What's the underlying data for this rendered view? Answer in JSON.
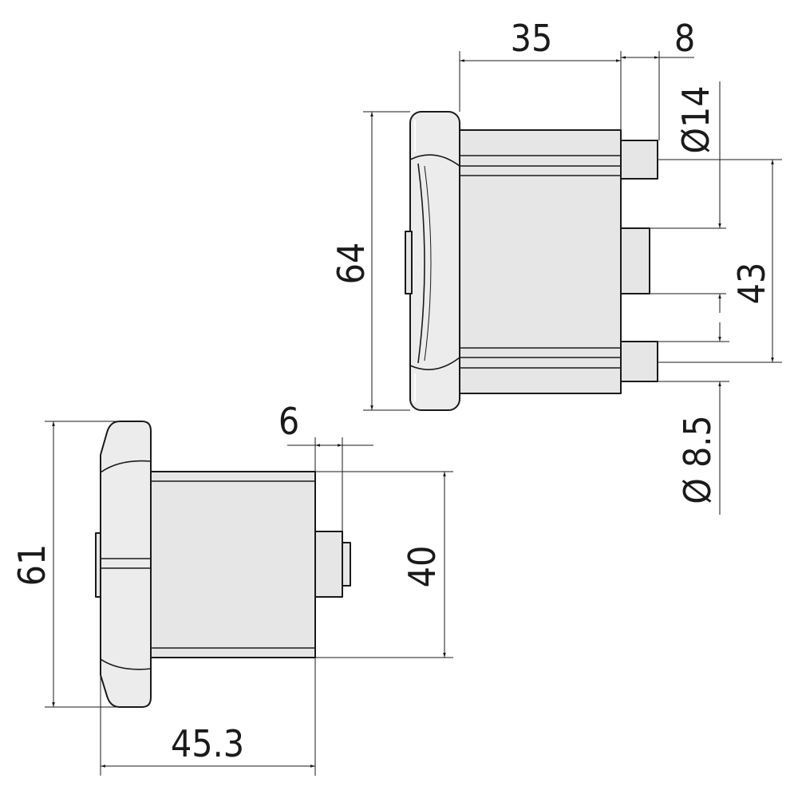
{
  "dimensions": {
    "top_width": "35",
    "top_pin_length": "8",
    "top_pin_diameter": "Ø14",
    "top_height": "64",
    "top_pin_spacing": "43",
    "top_small_pin_diameter": "Ø 8.5",
    "bottom_height": "61",
    "bottom_body_height": "40",
    "bottom_pin_length": "6",
    "bottom_total_length": "45.3"
  }
}
